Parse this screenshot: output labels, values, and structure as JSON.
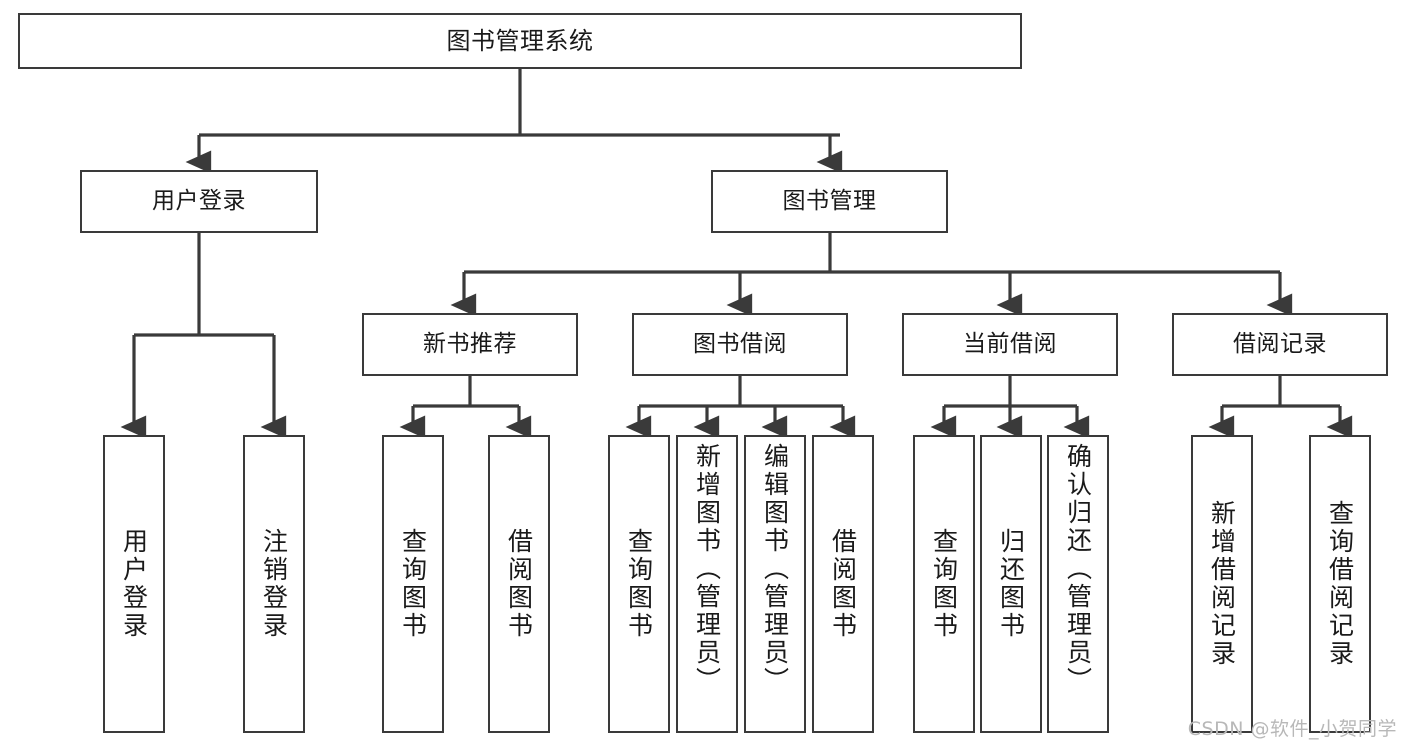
{
  "diagram": {
    "title": "图书管理系统",
    "type": "tree-hierarchy",
    "watermark": "CSDN @软件_小贺同学",
    "colors": {
      "box_border": "#3a3a3a",
      "box_fill": "#ffffff",
      "edge": "#3a3a3a",
      "text": "#1a1a1a",
      "watermark": "#b8b8b8"
    },
    "nodes": {
      "root": {
        "label": "图书管理系统"
      },
      "level2": [
        {
          "label": "用户登录"
        },
        {
          "label": "图书管理"
        }
      ],
      "level3": [
        {
          "label": "新书推荐"
        },
        {
          "label": "图书借阅"
        },
        {
          "label": "当前借阅"
        },
        {
          "label": "借阅记录"
        }
      ],
      "leaves": {
        "user_login": [
          {
            "label": "用户登录"
          },
          {
            "label": "注销登录"
          }
        ],
        "new_book_recommend": [
          {
            "label": "查询图书"
          },
          {
            "label": "借阅图书"
          }
        ],
        "book_borrow": [
          {
            "label": "查询图书"
          },
          {
            "label": "新增图书（管理员）"
          },
          {
            "label": "编辑图书（管理员）"
          },
          {
            "label": "借阅图书"
          }
        ],
        "current_borrow": [
          {
            "label": "查询图书"
          },
          {
            "label": "归还图书"
          },
          {
            "label": "确认归还（管理员）"
          }
        ],
        "borrow_record": [
          {
            "label": "新增借阅记录"
          },
          {
            "label": "查询借阅记录"
          }
        ]
      }
    }
  }
}
